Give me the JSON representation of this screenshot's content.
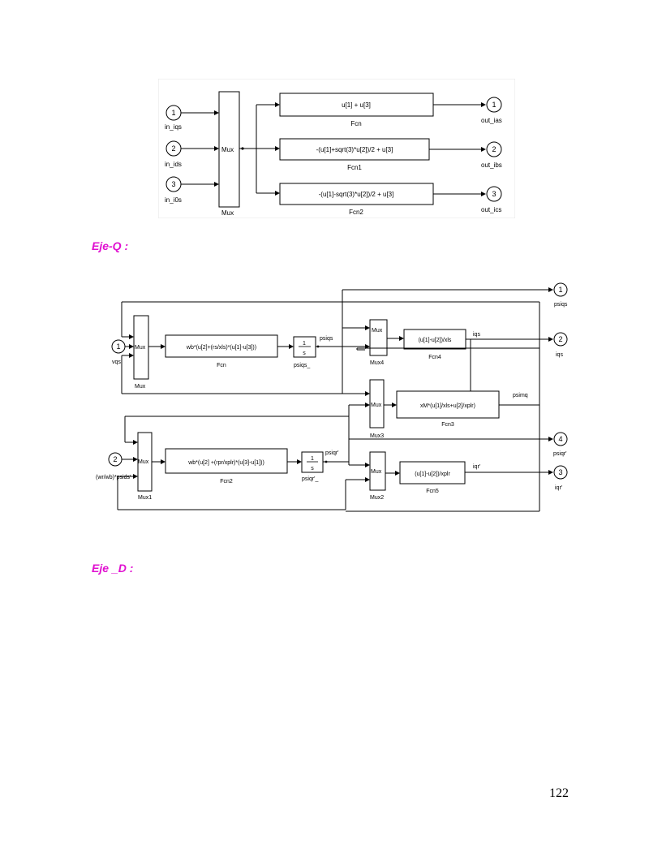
{
  "headings": {
    "q": "Eje-Q :",
    "d": "Eje _D :"
  },
  "page_number": "122",
  "diagram1": {
    "inputs": [
      {
        "num": "1",
        "label": "in_iqs"
      },
      {
        "num": "2",
        "label": "in_ids"
      },
      {
        "num": "3",
        "label": "in_i0s"
      }
    ],
    "mux": {
      "text": "Mux",
      "label": "Mux"
    },
    "fcns": [
      {
        "expr": "u[1] + u[3]",
        "label": "Fcn"
      },
      {
        "expr": "-(u[1]+sqrt(3)*u[2])/2 + u[3]",
        "label": "Fcn1"
      },
      {
        "expr": "-(u[1]-sqrt(3)*u[2])/2 + u[3]",
        "label": "Fcn2"
      }
    ],
    "outputs": [
      {
        "num": "1",
        "label": "out_ias"
      },
      {
        "num": "2",
        "label": "out_ibs"
      },
      {
        "num": "3",
        "label": "out_ics"
      }
    ]
  },
  "diagram2": {
    "inputs": [
      {
        "num": "1",
        "label": "vqs"
      },
      {
        "num": "2",
        "label": "(wr/wb)*psids'"
      }
    ],
    "muxes": {
      "mux": {
        "text": "Mux",
        "label": "Mux"
      },
      "mux1": {
        "text": "Mux",
        "label": "Mux1"
      },
      "mux2": {
        "text": "Mux",
        "label": "Mux2"
      },
      "mux3": {
        "text": "Mux",
        "label": "Mux3"
      },
      "mux4": {
        "text": "Mux",
        "label": "Mux4"
      }
    },
    "fcns": {
      "fcn": {
        "expr": "wb*(u[2]+(rs/xls)*(u[1]-u[3]))",
        "label": "Fcn"
      },
      "fcn2": {
        "expr": "wb*(u[2] +(rpr/xplr)*(u[3]-u[1]))",
        "label": "Fcn2"
      },
      "fcn3": {
        "expr": "xM*(u[1]/xls+u[2]/xplr)",
        "label": "Fcn3"
      },
      "fcn4": {
        "expr": "(u[1]-u[2])/xls",
        "label": "Fcn4"
      },
      "fcn5": {
        "expr": "(u[1]-u[2])/xplr",
        "label": "Fcn5"
      }
    },
    "integrators": {
      "int1": {
        "num": "1",
        "den": "s",
        "label": "psiqs_",
        "signal": "psiqs"
      },
      "int2": {
        "num": "1",
        "den": "s",
        "label": "psiqr'_",
        "signal": "psiqr'"
      }
    },
    "signals": {
      "iqs": "iqs",
      "psimq": "psimq",
      "iqr": "iqr'"
    },
    "outputs": [
      {
        "num": "1",
        "label": "psiqs"
      },
      {
        "num": "2",
        "label": "iqs"
      },
      {
        "num": "4",
        "label": "psiqr'"
      },
      {
        "num": "3",
        "label": "iqr'"
      }
    ]
  }
}
